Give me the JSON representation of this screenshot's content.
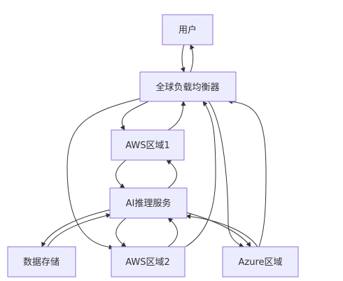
{
  "diagram": {
    "nodes": {
      "user": "用户",
      "glb": "全球负载均衡器",
      "aws1": "AWS区域1",
      "ai": "AI推理服务",
      "storage": "数据存储",
      "aws2": "AWS区域2",
      "azure": "Azure区域"
    },
    "colors": {
      "node_fill": "#ececff",
      "node_stroke": "#9370db",
      "edge": "#333333",
      "text": "#333333"
    }
  }
}
